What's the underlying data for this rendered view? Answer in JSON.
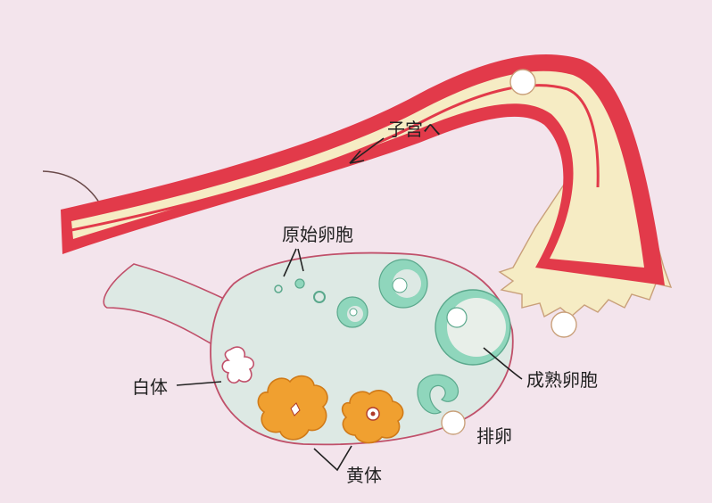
{
  "labels": {
    "uterus": "子宫へ",
    "primordial_follicle": "原始卵胞",
    "corpus_albicans": "白体",
    "mature_follicle": "成熟卵胞",
    "ovulation": "排卵",
    "corpus_luteum": "黄体"
  },
  "colors": {
    "background": "#f3e4ec",
    "tube_wall": "#e23a4a",
    "tube_inner": "#f6ecc4",
    "ovary": "#dde9e4",
    "ovary_outline": "#c0506a",
    "follicle": "#8fd6bc",
    "corpus_luteum": "#f0a030",
    "egg": "#ffffff"
  }
}
